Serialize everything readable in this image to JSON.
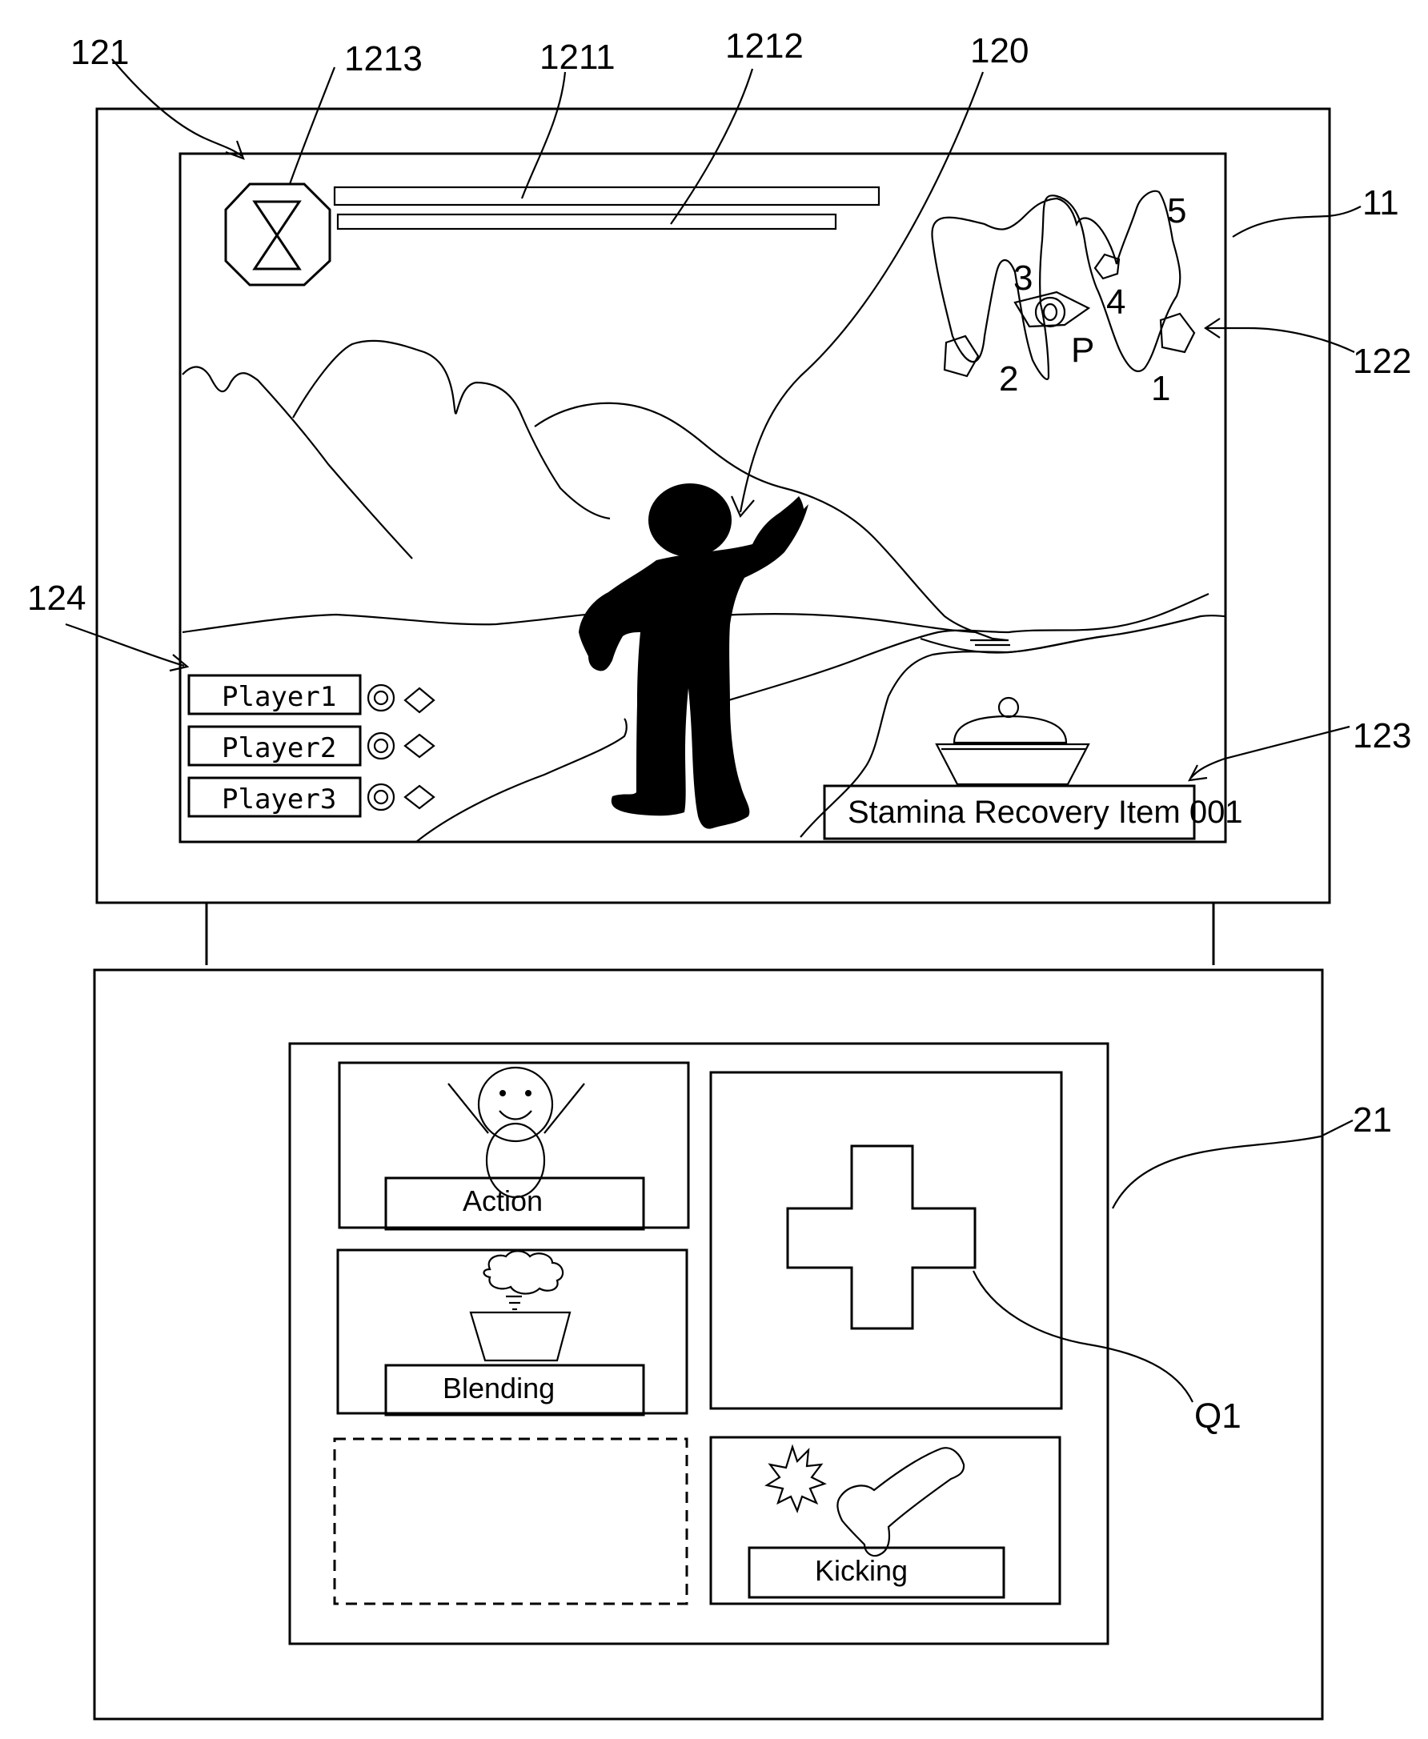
{
  "reference_labels": {
    "hud_area": "121",
    "status_icon": "1213",
    "gauge_1": "1211",
    "gauge_2": "1212",
    "player_character": "120",
    "top_screen": "11",
    "minimap": "122",
    "item_display": "123",
    "player_list": "124",
    "bottom_screen": "21",
    "dpad": "Q1"
  },
  "minimap": {
    "markers": [
      "1",
      "2",
      "3",
      "4",
      "5"
    ],
    "player_marker": "P"
  },
  "players": [
    "Player1",
    "Player2",
    "Player3"
  ],
  "item": {
    "label": "Stamina Recovery Item 001"
  },
  "touch_panel": {
    "buttons": {
      "action": "Action",
      "blending": "Blending",
      "kicking": "Kicking"
    }
  }
}
